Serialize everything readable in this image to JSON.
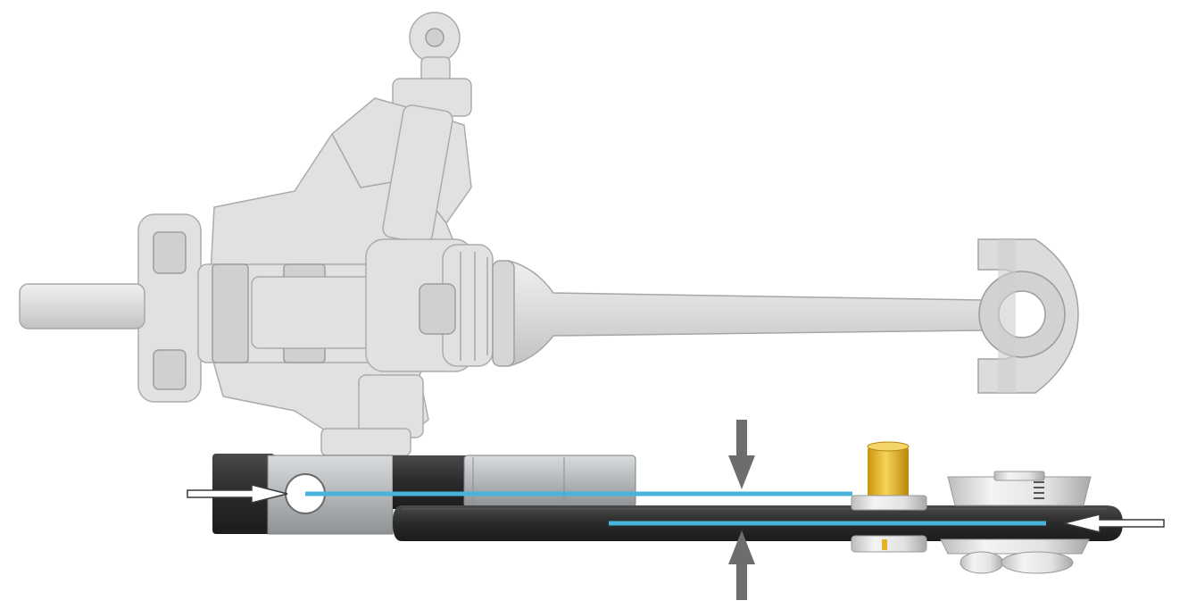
{
  "diagram": {
    "colors": {
      "background": "#ffffff",
      "ghost_fill": "#dcdcdc",
      "ghost_stroke": "#9e9e9e",
      "bracket_dark": "#2b2b2b",
      "bracket_light": "#b5b9bb",
      "arm_dark": "#2e2e2e",
      "flow_line": "#4ab3dc",
      "arrow_gray": "#6d6d6d",
      "gold_pin": "#e5b325"
    },
    "components": [
      "transparent-hub-assembly",
      "drive-shaft",
      "lower-bracket",
      "lower-arm",
      "gold-pin",
      "collar-fitting",
      "gap-arrows",
      "flow-arrows"
    ]
  }
}
